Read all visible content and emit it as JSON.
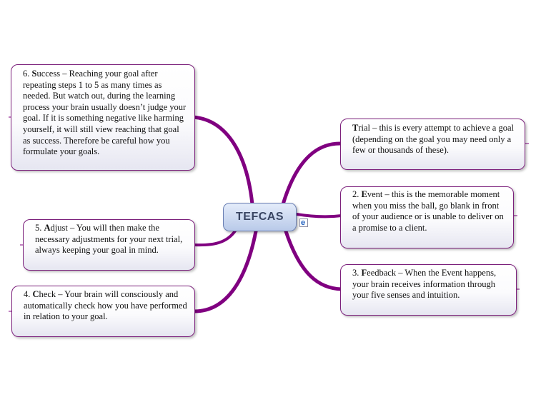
{
  "center": {
    "label": "TEFCAS"
  },
  "branches": {
    "trial": {
      "initial": "T",
      "rest": "rial – this is every attempt to achieve a goal (depending on the goal you may need only a few or thousands of these)."
    },
    "event": {
      "prefix": "2. ",
      "initial": "E",
      "rest": "vent – this is the memorable moment when you miss the ball, go blank in front of your audience or is unable to deliver on a promise to a client."
    },
    "feedback": {
      "prefix": "3. ",
      "initial": "F",
      "rest": "eedback – When the Event happens, your brain receives information through your five senses and intuition."
    },
    "check": {
      "prefix": "4. ",
      "initial": "C",
      "rest": "heck – Your brain will consciously and automatically check how you have performed in relation to your goal."
    },
    "adjust": {
      "prefix": "5. ",
      "initial": "A",
      "rest": "djust – You will then make the necessary adjustments for your next trial, always keeping your goal in mind."
    },
    "success": {
      "prefix": "6. ",
      "initial": "S",
      "rest": "uccess – Reaching your goal after repeating steps 1 to 5 as many times as needed. But watch out, during the learning process your brain usually doesn’t judge your goal. If it is something negative like harming yourself, it will still view reaching that goal as success. Therefore be careful how you formulate your goals."
    }
  },
  "colors": {
    "branch": "#800080",
    "node_border": "#7b1f7b",
    "center_fill": "#b9cae9",
    "center_text": "#3a4663"
  },
  "icons": {
    "center_link": "ie-link-icon"
  }
}
